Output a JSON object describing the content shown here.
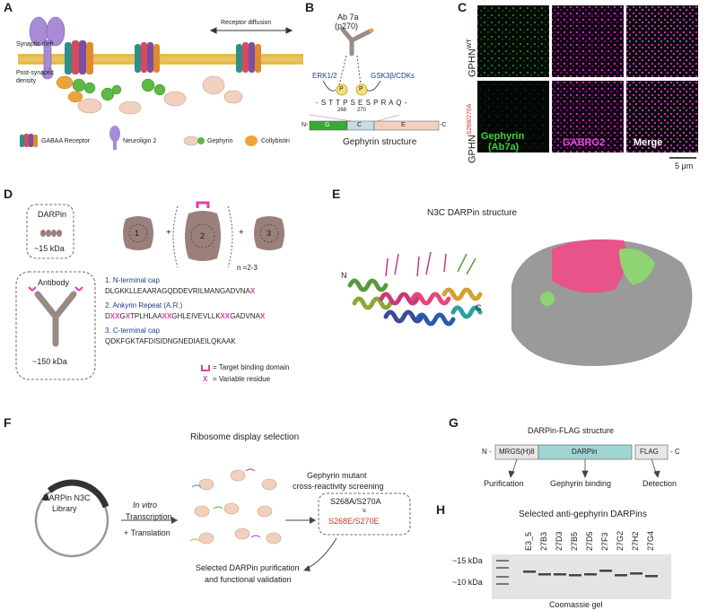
{
  "panels": {
    "A": "A",
    "B": "B",
    "C": "C",
    "D": "D",
    "E": "E",
    "F": "F",
    "G": "G",
    "H": "H"
  },
  "panelA": {
    "synaptic_cleft": "Synaptic cleft",
    "postsynaptic_1": "Post-synaptic",
    "postsynaptic_2": "density",
    "receptor_diffusion": "Receptor diffusion",
    "legend": {
      "gabaa": "GABAA Receptor",
      "neuroligin": "Neuroligin 2",
      "gephyrin": "Gephyrin",
      "collybistin": "Collybistin"
    }
  },
  "panelB": {
    "antibody": "Ab 7a",
    "antibody_sub": "(p270)",
    "kinase_left": "ERK1/2",
    "kinase_right": "GSK3β/CDKs",
    "phospho": "P",
    "sequence": "- S T T P S E S P R A Q -",
    "pos1": "268",
    "pos2": "270",
    "domains": {
      "n": "N-",
      "g": "G",
      "c": "C",
      "e": "E",
      "cterm": "-C"
    },
    "caption": "Gephyrin structure"
  },
  "panelC": {
    "row1_label": "GPHN",
    "row1_sup": "WT",
    "row2_label": "GPHN",
    "row2_sup": "S268/270A",
    "label_green_1": "Gephyrin",
    "label_green_2": "(Ab7a)",
    "label_magenta": "GABRG2",
    "label_merge": "Merge",
    "scalebar": "5 μm"
  },
  "panelD": {
    "darpin": "DARPin",
    "darpin_size": "~15 kDa",
    "antibody": "Antibody",
    "antibody_size": "~150 kDa",
    "module_labels": [
      "1",
      "2",
      "3"
    ],
    "plus": "+",
    "repeat_count": "n =2-3",
    "items": [
      {
        "title": "1. N-terminal cap",
        "seq": "DLGKKLLEAARAGQDDEVRILMANGADVNA",
        "var": "X"
      },
      {
        "title": "2. Ankyrin Repeat (A.R.)"
      },
      {
        "title": "3. C-terminal cap",
        "seq": "QDKFGKTAFDISIDNGNEDIAEILQKAAK"
      }
    ],
    "ar_seq": {
      "s1": "D",
      "x1": "XX",
      "s2": "G",
      "x2": "X",
      "s3": "TPLHLAA",
      "x3": "XX",
      "s4": "GHLEIVEVLLK",
      "x4": "XX",
      "s5": "GADVNA",
      "x5": "X"
    },
    "legend_binding": "= Target binding domain",
    "legend_variable_symbol": "X",
    "legend_variable": "= Variable residue"
  },
  "panelE": {
    "title": "N3C DARPin structure",
    "n": "N",
    "c": "C"
  },
  "panelF": {
    "library_1": "DARPin N3C",
    "library_2": "Library",
    "in_vitro": "In vitro",
    "transcription": "Transcription",
    "translation": "+ Translation",
    "selection": "Ribosome display selection",
    "screen_1": "Gephyrin mutant",
    "screen_2": "cross-reactivity screening",
    "mut_a": "S268A/S270A",
    "vs": "v.",
    "mut_e": "S268E/S270E",
    "result_1": "Selected DARPin purification",
    "result_2": "and functional validation"
  },
  "panelG": {
    "title": "DARPin-FLAG structure",
    "n": "N -",
    "c": "- C",
    "box1": "MRGS(H)8",
    "box2": "DARPin",
    "box3": "FLAG",
    "label1": "Purification",
    "label2": "Gephyrin binding",
    "label3": "Detection"
  },
  "panelH": {
    "title": "Selected anti-gephyrin DARPins",
    "lanes": [
      "E3_5",
      "27B3",
      "27D3",
      "27B5",
      "27D5",
      "27F3",
      "27G2",
      "27H2",
      "27G4"
    ],
    "marker_15": "~15 kDa",
    "marker_10": "~10 kDa",
    "caption": "Coomassie gel"
  },
  "colors": {
    "green_domain": "#3aa935",
    "c_domain": "#c9dbe8",
    "e_domain": "#f1d1bd",
    "magenta": "#e23fa8",
    "blue_text": "#1f3b8f",
    "red_text": "#d9302a",
    "darpin_box": "#9fd6d3",
    "membrane": "#e9c35a"
  }
}
